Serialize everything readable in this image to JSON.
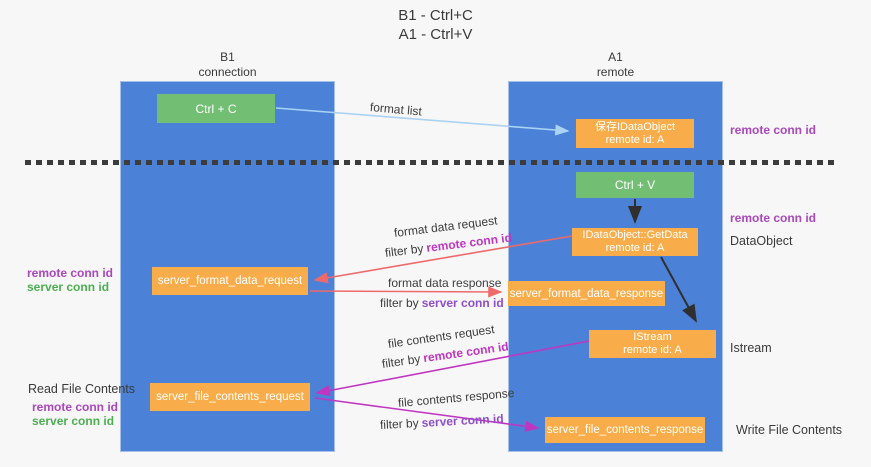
{
  "title": {
    "line1": "B1 - Ctrl+C",
    "line2": "A1 - Ctrl+V"
  },
  "lanes": {
    "left": {
      "title": "B1",
      "subtitle": "connection"
    },
    "right": {
      "title": "A1",
      "subtitle": "remote"
    }
  },
  "boxes": {
    "ctrl_c": {
      "label": "Ctrl + C"
    },
    "save_idataobject": {
      "line1": "保存IDataObject",
      "line2": "remote id: A"
    },
    "ctrl_v": {
      "label": "Ctrl + V"
    },
    "getdata": {
      "line1": "IDataObject::GetData",
      "line2": "remote id: A"
    },
    "format_request": {
      "label": "server_format_data_request"
    },
    "format_response": {
      "label": "server_format_data_response"
    },
    "istream": {
      "line1": "IStream",
      "line2": "remote id: A"
    },
    "file_request": {
      "label": "server_file_contents_request"
    },
    "file_response": {
      "label": "server_file_contents_response"
    }
  },
  "labels": {
    "format_list": "format list",
    "remote_conn_id_top_right": "remote conn id",
    "remote_conn_id_mid_right": "remote conn id",
    "dataobject": "DataObject",
    "istream_side": "Istream",
    "write_file_contents": "Write File Contents",
    "read_file_contents": "Read File Contents",
    "remote_conn_id_left_1": "remote conn id",
    "server_conn_id_left_1": "server conn id",
    "remote_conn_id_left_2": "remote conn id",
    "server_conn_id_left_2": "server conn id",
    "format_data_request": "format data request",
    "format_data_response": "format data response",
    "file_contents_request": "file contents request",
    "file_contents_response": "file contents response",
    "filter_by": "filter by",
    "remote_conn_id": "remote conn id",
    "server_conn_id": "server conn id"
  },
  "colors": {
    "background": "#f7f7f8",
    "lane_blue": "#4b81d6",
    "box_green": "#72bf74",
    "box_orange": "#f9ad4a",
    "arrow_light_blue": "#a9d2f3",
    "arrow_red": "#ee6a6a",
    "arrow_magenta": "#c136c1",
    "arrow_black": "#2f2f2f",
    "text_purple": "#ab47bc",
    "text_magenta": "#c136c1",
    "text_violet": "#8e4fc7",
    "text_green": "#4caf50"
  }
}
